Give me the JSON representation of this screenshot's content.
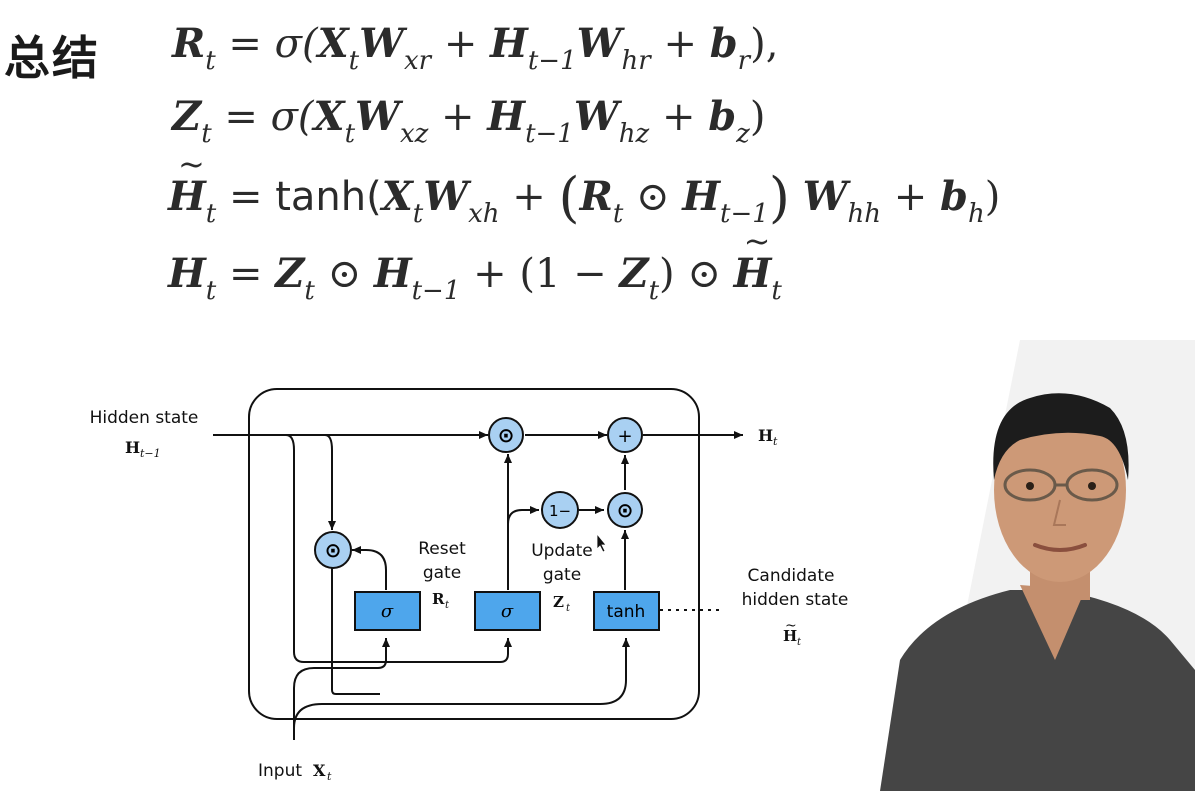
{
  "slide": {
    "title": "总结"
  },
  "equations": {
    "reset": {
      "lhs": "R",
      "lhs_sub": "t",
      "eq": "=",
      "fn": "σ(",
      "x": "X",
      "x_sub": "t",
      "w1": "W",
      "w1_sub": "xr",
      "plus1": "+",
      "h": "H",
      "h_sub": "t−1",
      "w2": "W",
      "w2_sub": "hr",
      "plus2": "+",
      "b": "b",
      "b_sub": "r",
      "close": "),"
    },
    "update": {
      "lhs": "Z",
      "lhs_sub": "t",
      "eq": "=",
      "fn": "σ(",
      "x": "X",
      "x_sub": "t",
      "w1": "W",
      "w1_sub": "xz",
      "plus1": "+",
      "h": "H",
      "h_sub": "t−1",
      "w2": "W",
      "w2_sub": "hz",
      "plus2": "+",
      "b": "b",
      "b_sub": "z",
      "close": ")"
    },
    "candidate": {
      "lhs": "H",
      "lhs_sub": "t",
      "eq": "=",
      "fn": "tanh(",
      "x": "X",
      "x_sub": "t",
      "w1": "W",
      "w1_sub": "xh",
      "plus1": "+",
      "paren_open": "(",
      "r": "R",
      "r_sub": "t",
      "odot": "⊙",
      "h": "H",
      "h_sub": "t−1",
      "paren_close": ")",
      "w2": "W",
      "w2_sub": "hh",
      "plus2": "+",
      "b": "b",
      "b_sub": "h",
      "close": ")"
    },
    "hidden": {
      "lhs": "H",
      "lhs_sub": "t",
      "eq": "=",
      "z": "Z",
      "z_sub": "t",
      "odot1": "⊙",
      "h": "H",
      "h_sub": "t−1",
      "plus": "+",
      "open": "(1 −",
      "z2": "Z",
      "z2_sub": "t",
      "close": ")",
      "odot2": "⊙",
      "ht": "H",
      "ht_sub": "t"
    }
  },
  "diagram": {
    "hidden_state_label": "Hidden state",
    "h_prev": "H",
    "h_prev_sub": "t−1",
    "h_out": "H",
    "h_out_sub": "t",
    "reset_label_1": "Reset",
    "reset_label_2": "gate",
    "r_sym": "R",
    "r_sub": "t",
    "update_label_1": "Update",
    "update_label_2": "gate",
    "z_sym": "Z",
    "z_sub": "t",
    "candidate_label_1": "Candidate",
    "candidate_label_2": "hidden state",
    "ht_sym": "H",
    "ht_sub": "t",
    "ht_tilde": "~",
    "input_label": "Input",
    "x_sym": "X",
    "x_sub": "t",
    "sigma": "σ",
    "tanh": "tanh",
    "one_minus": "1−",
    "odot": "⊙",
    "plus": "+",
    "colors": {
      "node_fill": "#a9d0f2",
      "gate_fill": "#4ea6ec",
      "stroke": "#111111"
    }
  }
}
